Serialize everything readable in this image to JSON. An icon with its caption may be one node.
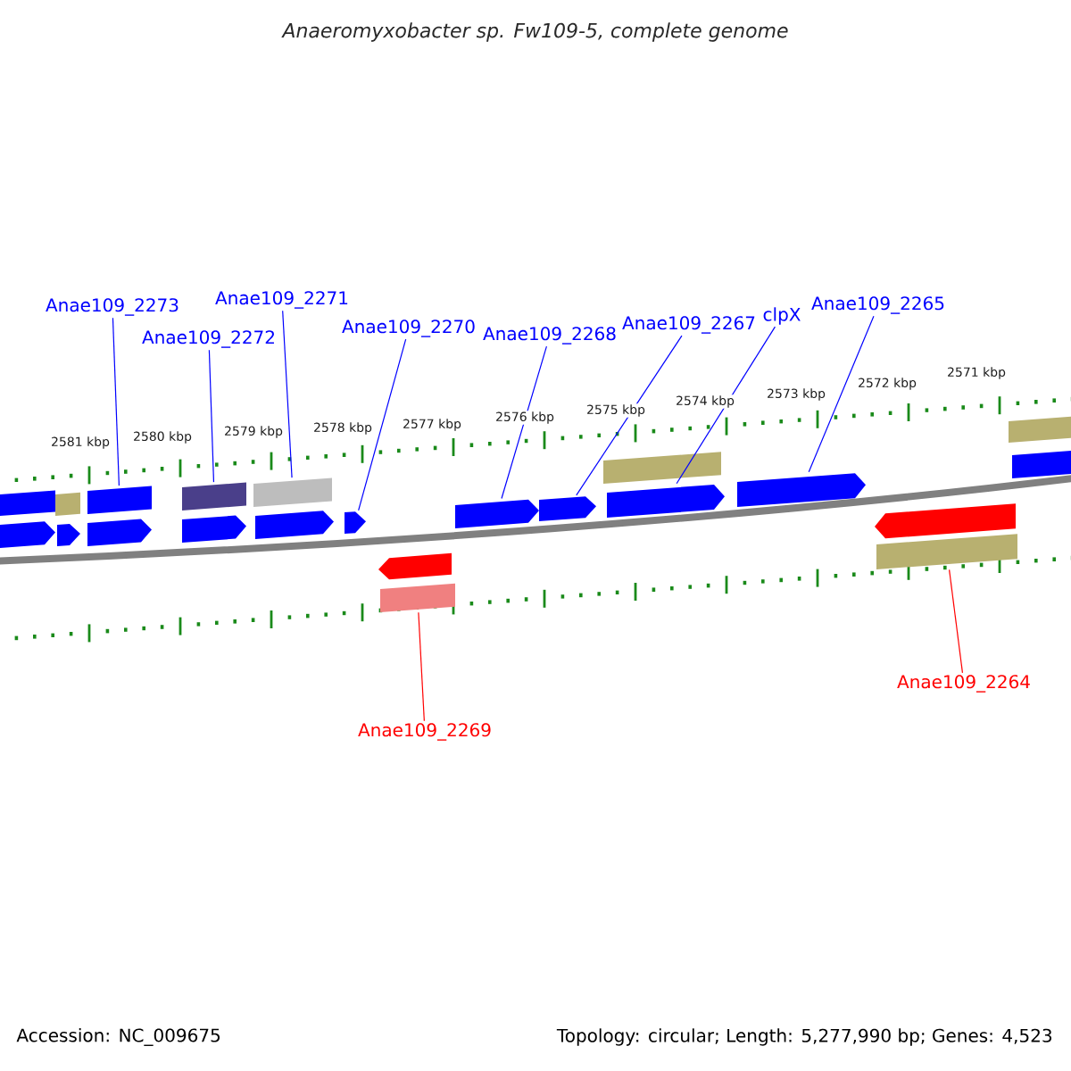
{
  "diagram": {
    "title": "Anaeromyxobacter sp. Fw109-5, complete genome",
    "nodes": [
      {
        "text": [
          "Anae109_2273"
        ]
      },
      {
        "text": [
          "Anae109_2272"
        ]
      },
      {
        "text": [
          "Anae109_2271"
        ]
      },
      {
        "text": [
          "Anae109_2270"
        ]
      },
      {
        "text": [
          "Anae109_2268"
        ]
      },
      {
        "text": [
          "Anae109_2267"
        ]
      },
      {
        "text": [
          "clpX"
        ]
      },
      {
        "text": [
          "Anae109_2265"
        ]
      },
      {
        "text": [
          "Anae109_2269"
        ]
      },
      {
        "text": [
          "Anae109_2264"
        ]
      },
      {
        "text": [],
        "shape": "bar"
      },
      {
        "text": [],
        "shape": "bar"
      },
      {
        "text": [],
        "shape": "bar"
      },
      {
        "text": [],
        "shape": "bar"
      },
      {
        "text": [],
        "shape": "bar"
      },
      {
        "text": [],
        "shape": "bar"
      },
      {
        "text": [],
        "shape": "bar"
      },
      {
        "text": [],
        "shape": "bar"
      },
      {
        "text": [],
        "shape": "bar"
      },
      {
        "text": [],
        "shape": "bar"
      },
      {
        "text": [],
        "shape": "bar"
      },
      {
        "text": [],
        "shape": "bar"
      },
      {
        "text": [],
        "shape": "bar"
      },
      {
        "text": [],
        "shape": "bar"
      },
      {
        "text": [],
        "shape": "bar"
      },
      {
        "text": [],
        "shape": "bar"
      },
      {
        "text": [],
        "shape": "bar"
      },
      {
        "text": [],
        "shape": "bar"
      },
      {
        "text": [],
        "shape": "bar"
      },
      {
        "text": [],
        "shape": "bar"
      },
      {
        "text": [],
        "shape": "bar"
      },
      {
        "text": [],
        "shape": "bar"
      }
    ],
    "edges": [
      {
        "from": 0,
        "to": 10,
        "arrow": "none"
      },
      {
        "from": 1,
        "to": 11,
        "arrow": "none"
      },
      {
        "from": 2,
        "to": 12,
        "arrow": "none"
      },
      {
        "from": 3,
        "to": 13,
        "arrow": "none"
      },
      {
        "from": 4,
        "to": 15,
        "arrow": "none"
      },
      {
        "from": 5,
        "to": 16,
        "arrow": "none"
      },
      {
        "from": 6,
        "to": 17,
        "arrow": "none"
      },
      {
        "from": 7,
        "to": 18,
        "arrow": "none"
      },
      {
        "from": 8,
        "to": 14,
        "arrow": "none",
        "color": "#ff0000"
      },
      {
        "from": 9,
        "to": 19,
        "arrow": "none",
        "color": "#ff0000"
      }
    ],
    "labels": [
      "2581 kbp",
      "2580 kbp",
      "2579 kbp",
      "2578 kbp",
      "2577 kbp",
      "2576 kbp",
      "2575 kbp",
      "2574 kbp",
      "2573 kbp",
      "2572 kbp",
      "2571 kbp",
      "Accession: NC_009675",
      "Topology: circular; Length: 5,277,990 bp; Genes: 4,523"
    ]
  }
}
